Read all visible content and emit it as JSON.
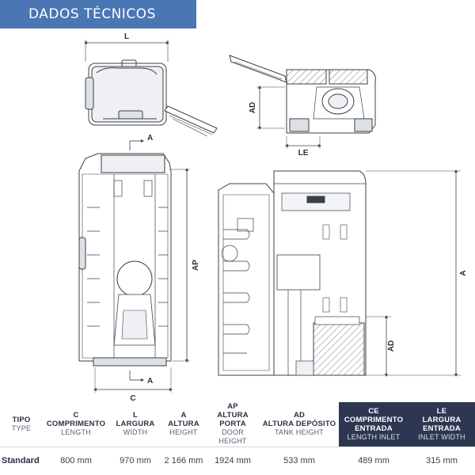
{
  "header": {
    "title": "DADOS TÉCNICOS"
  },
  "dimension_labels": {
    "L": "L",
    "C": "C",
    "A": "A",
    "AP": "AP",
    "AD": "AD",
    "LE": "LE"
  },
  "table": {
    "headers": [
      {
        "pt": "TIPO",
        "en": "TYPE"
      },
      {
        "code": "C",
        "pt": "COMPRIMENTO",
        "en": "LENGTH"
      },
      {
        "code": "L",
        "pt": "LARGURA",
        "en": "WIDTH"
      },
      {
        "code": "A",
        "pt": "ALTURA",
        "en": "HEIGHT"
      },
      {
        "code": "AP",
        "pt": "ALTURA PORTA",
        "en": "DOOR HEIGHT"
      },
      {
        "code": "AD",
        "pt": "ALTURA DEPÓSITO",
        "en": "TANK HEIGHT"
      },
      {
        "code": "CE",
        "pt1": "COMPRIMENTO",
        "pt2": "ENTRADA",
        "en": "LENGTH INLET"
      },
      {
        "code": "LE",
        "pt1": "LARGURA",
        "pt2": "ENTRADA",
        "en": "INLET WIDTH"
      }
    ],
    "rows": [
      [
        "Standard",
        "800 mm",
        "970 mm",
        "2 166 mm",
        "1924 mm",
        "533 mm",
        "489 mm",
        "315 mm"
      ]
    ]
  }
}
